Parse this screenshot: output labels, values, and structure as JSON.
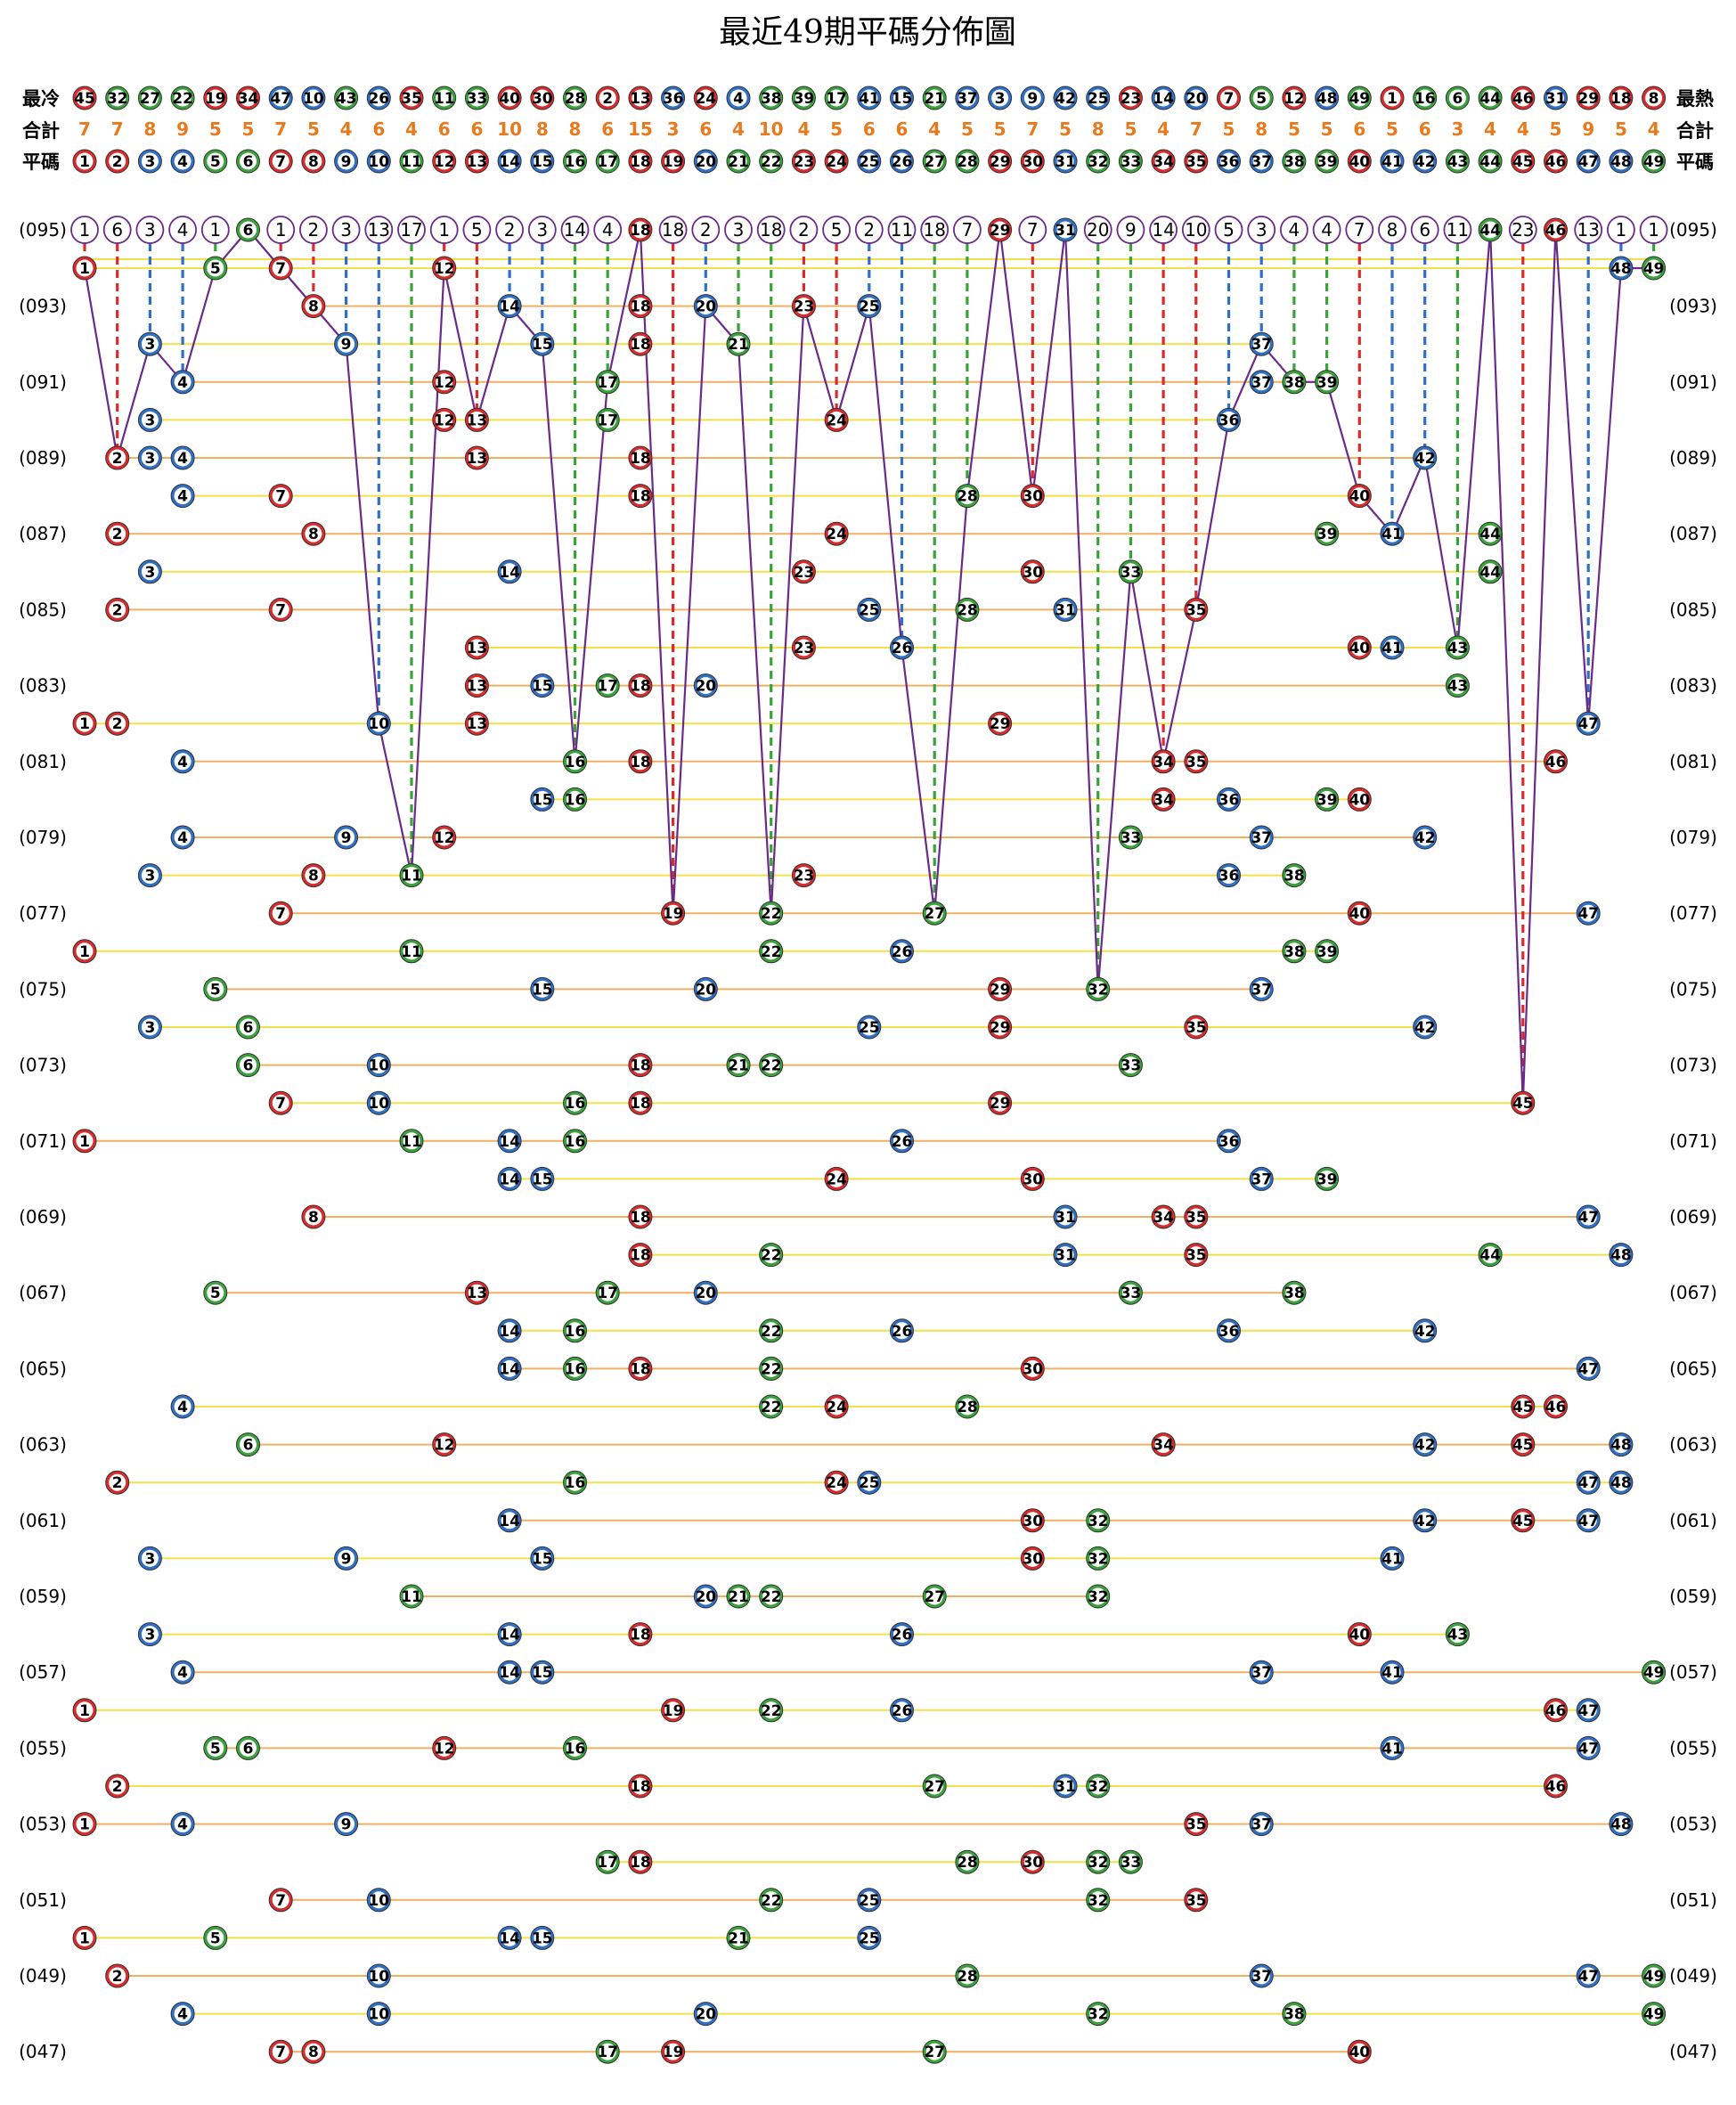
{
  "chart_data": {
    "type": "scatter",
    "title": "最近49期平碼分佈圖",
    "labels": {
      "cold": "最冷",
      "hot": "最熱",
      "total": "合計",
      "number": "平碼"
    },
    "colors": {
      "red": "#d92b2b",
      "blue": "#2f6fc4",
      "green": "#3aa23a",
      "purple": "#6a2a8a",
      "line_yellow": "#f4e04a",
      "line_orange": "#f0b060",
      "count_orange": "#e87a1e"
    },
    "color_groups": {
      "red": [
        1,
        2,
        7,
        8,
        12,
        13,
        18,
        19,
        23,
        24,
        29,
        30,
        34,
        35,
        40,
        45,
        46
      ],
      "blue": [
        3,
        4,
        9,
        10,
        14,
        15,
        20,
        25,
        26,
        31,
        36,
        37,
        41,
        42,
        47,
        48
      ],
      "green": [
        5,
        6,
        11,
        16,
        17,
        21,
        22,
        27,
        28,
        32,
        33,
        38,
        39,
        43,
        44,
        49
      ]
    },
    "ranking": [
      45,
      32,
      27,
      22,
      19,
      34,
      47,
      10,
      43,
      26,
      35,
      11,
      33,
      40,
      30,
      28,
      2,
      13,
      36,
      24,
      4,
      38,
      39,
      17,
      41,
      15,
      21,
      37,
      3,
      9,
      42,
      25,
      23,
      14,
      20,
      7,
      5,
      12,
      48,
      49,
      1,
      16,
      6,
      44,
      46,
      31,
      29,
      18,
      8
    ],
    "totals": [
      7,
      7,
      8,
      9,
      5,
      5,
      7,
      5,
      4,
      6,
      4,
      6,
      6,
      10,
      8,
      8,
      6,
      15,
      3,
      6,
      4,
      10,
      4,
      5,
      6,
      6,
      4,
      5,
      5,
      7,
      5,
      8,
      5,
      4,
      7,
      5,
      8,
      5,
      5,
      6,
      5,
      6,
      3,
      4,
      4,
      5,
      9,
      5,
      4
    ],
    "numbers": [
      1,
      2,
      3,
      4,
      5,
      6,
      7,
      8,
      9,
      10,
      11,
      12,
      13,
      14,
      15,
      16,
      17,
      18,
      19,
      20,
      21,
      22,
      23,
      24,
      25,
      26,
      27,
      28,
      29,
      30,
      31,
      32,
      33,
      34,
      35,
      36,
      37,
      38,
      39,
      40,
      41,
      42,
      43,
      44,
      45,
      46,
      47,
      48,
      49
    ],
    "current": {
      "period": "(095)",
      "gaps": [
        1,
        6,
        3,
        4,
        1,
        6,
        1,
        2,
        3,
        13,
        17,
        1,
        5,
        2,
        3,
        14,
        4,
        18,
        18,
        2,
        3,
        18,
        2,
        5,
        2,
        11,
        18,
        7,
        29,
        7,
        31,
        20,
        9,
        14,
        10,
        5,
        3,
        4,
        4,
        7,
        8,
        6,
        11,
        44,
        23,
        46,
        13,
        1,
        1
      ],
      "drawn": [
        6,
        18,
        29,
        31,
        44,
        46
      ]
    },
    "periods": [
      {
        "label": "",
        "numbers": [
          1,
          5,
          7,
          12,
          48,
          49
        ]
      },
      {
        "label": "(093)",
        "numbers": [
          8,
          14,
          18,
          20,
          23,
          25
        ]
      },
      {
        "label": "",
        "numbers": [
          3,
          9,
          15,
          18,
          21,
          37
        ]
      },
      {
        "label": "(091)",
        "numbers": [
          4,
          12,
          17,
          37,
          38,
          39
        ]
      },
      {
        "label": "",
        "numbers": [
          3,
          12,
          13,
          17,
          24,
          36
        ]
      },
      {
        "label": "(089)",
        "numbers": [
          2,
          3,
          4,
          13,
          18,
          42
        ]
      },
      {
        "label": "",
        "numbers": [
          4,
          7,
          18,
          28,
          30,
          40
        ]
      },
      {
        "label": "(087)",
        "numbers": [
          2,
          8,
          24,
          39,
          41,
          44
        ]
      },
      {
        "label": "",
        "numbers": [
          3,
          14,
          23,
          30,
          33,
          44
        ]
      },
      {
        "label": "(085)",
        "numbers": [
          2,
          7,
          25,
          28,
          31,
          35
        ]
      },
      {
        "label": "",
        "numbers": [
          13,
          23,
          26,
          40,
          41,
          43
        ]
      },
      {
        "label": "(083)",
        "numbers": [
          13,
          15,
          17,
          18,
          20,
          43
        ]
      },
      {
        "label": "",
        "numbers": [
          1,
          2,
          10,
          13,
          29,
          47
        ]
      },
      {
        "label": "(081)",
        "numbers": [
          4,
          16,
          18,
          34,
          35,
          46
        ]
      },
      {
        "label": "",
        "numbers": [
          15,
          16,
          34,
          36,
          39,
          40
        ]
      },
      {
        "label": "(079)",
        "numbers": [
          4,
          9,
          12,
          33,
          37,
          42
        ]
      },
      {
        "label": "",
        "numbers": [
          3,
          8,
          11,
          23,
          36,
          38
        ]
      },
      {
        "label": "(077)",
        "numbers": [
          7,
          19,
          22,
          27,
          40,
          47
        ]
      },
      {
        "label": "",
        "numbers": [
          1,
          11,
          22,
          26,
          38,
          39
        ]
      },
      {
        "label": "(075)",
        "numbers": [
          5,
          15,
          20,
          29,
          32,
          37
        ]
      },
      {
        "label": "",
        "numbers": [
          3,
          6,
          25,
          29,
          35,
          42
        ]
      },
      {
        "label": "(073)",
        "numbers": [
          6,
          10,
          18,
          21,
          22,
          33
        ]
      },
      {
        "label": "",
        "numbers": [
          7,
          10,
          16,
          18,
          29,
          45
        ]
      },
      {
        "label": "(071)",
        "numbers": [
          1,
          11,
          14,
          16,
          26,
          36
        ]
      },
      {
        "label": "",
        "numbers": [
          14,
          15,
          24,
          30,
          37,
          39
        ]
      },
      {
        "label": "(069)",
        "numbers": [
          8,
          18,
          31,
          34,
          35,
          47
        ]
      },
      {
        "label": "",
        "numbers": [
          18,
          22,
          31,
          35,
          44,
          48
        ]
      },
      {
        "label": "(067)",
        "numbers": [
          5,
          13,
          17,
          20,
          33,
          38
        ]
      },
      {
        "label": "",
        "numbers": [
          14,
          16,
          22,
          26,
          36,
          42
        ]
      },
      {
        "label": "(065)",
        "numbers": [
          14,
          16,
          18,
          22,
          30,
          47
        ]
      },
      {
        "label": "",
        "numbers": [
          4,
          22,
          24,
          28,
          45,
          46
        ]
      },
      {
        "label": "(063)",
        "numbers": [
          6,
          12,
          34,
          42,
          45,
          48
        ]
      },
      {
        "label": "",
        "numbers": [
          2,
          16,
          24,
          25,
          47,
          48
        ]
      },
      {
        "label": "(061)",
        "numbers": [
          14,
          30,
          32,
          42,
          45,
          47
        ]
      },
      {
        "label": "",
        "numbers": [
          3,
          9,
          15,
          30,
          32,
          41
        ]
      },
      {
        "label": "(059)",
        "numbers": [
          11,
          20,
          21,
          22,
          27,
          32
        ]
      },
      {
        "label": "",
        "numbers": [
          3,
          14,
          18,
          26,
          40,
          43
        ]
      },
      {
        "label": "(057)",
        "numbers": [
          4,
          14,
          15,
          37,
          41,
          49
        ]
      },
      {
        "label": "",
        "numbers": [
          1,
          19,
          22,
          26,
          46,
          47
        ]
      },
      {
        "label": "(055)",
        "numbers": [
          5,
          6,
          12,
          16,
          41,
          47
        ]
      },
      {
        "label": "",
        "numbers": [
          2,
          18,
          27,
          31,
          32,
          46
        ]
      },
      {
        "label": "(053)",
        "numbers": [
          1,
          4,
          9,
          35,
          37,
          48
        ]
      },
      {
        "label": "",
        "numbers": [
          17,
          18,
          28,
          30,
          32,
          33
        ]
      },
      {
        "label": "(051)",
        "numbers": [
          7,
          10,
          22,
          25,
          32,
          35
        ]
      },
      {
        "label": "",
        "numbers": [
          1,
          5,
          14,
          15,
          21,
          25
        ]
      },
      {
        "label": "(049)",
        "numbers": [
          2,
          10,
          28,
          37,
          47,
          49
        ]
      },
      {
        "label": "",
        "numbers": [
          4,
          10,
          20,
          32,
          38,
          49
        ]
      },
      {
        "label": "(047)",
        "numbers": [
          7,
          8,
          17,
          19,
          27,
          40
        ]
      }
    ]
  }
}
